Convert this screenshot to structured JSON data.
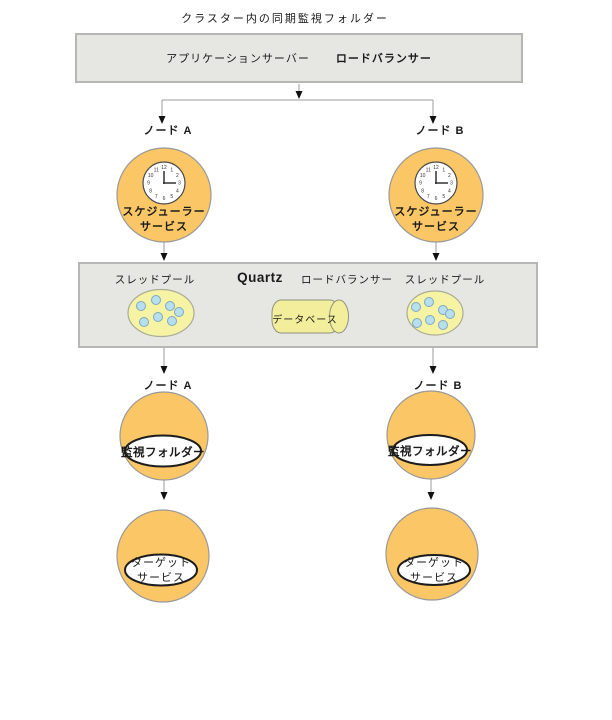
{
  "title": "クラスター内の同期監視フォルダー",
  "top_box": {
    "app_server": "アプリケーションサーバー",
    "load_balancer": "ロードバランサー"
  },
  "top_nodes": {
    "node_a": "ノード A",
    "node_b": "ノード B"
  },
  "scheduler": {
    "line1": "スケジューラー",
    "line2": "サービス"
  },
  "band": {
    "thread_pool_left": "スレッドプール",
    "quartz": "Quartz",
    "load_balancer": "ロードバランサー",
    "thread_pool_right": "スレッドプール",
    "database": "データベース"
  },
  "lower_nodes": {
    "node_a": "ノード A",
    "node_b": "ノード B"
  },
  "monitor_folder": "監視フォルダー",
  "target_service": {
    "line1": "ターゲット",
    "line2": "サービス"
  },
  "clock": {
    "numbers": [
      "12",
      "1",
      "2",
      "3",
      "4",
      "5",
      "6",
      "7",
      "8",
      "9",
      "10",
      "11"
    ]
  },
  "colors": {
    "orange": "#FAC666",
    "circle-border": "#999999",
    "box-fill": "#E6E7E3",
    "box-border": "#B4B7B3",
    "pool-yellow": "#F7F3A4",
    "pool-border": "#A9AC96",
    "blue-dot": "#B7DFF0",
    "blue-dot-border": "#7FA9BE",
    "cyl-yellow": "#F2EE9B",
    "cyl-border": "#8F9180",
    "line-gray": "#9B9B9B",
    "arrow-black": "#111111",
    "ellipse-border": "#1C1C1C",
    "clock-border": "#4A4A4A",
    "text": "#1A1A1A"
  }
}
